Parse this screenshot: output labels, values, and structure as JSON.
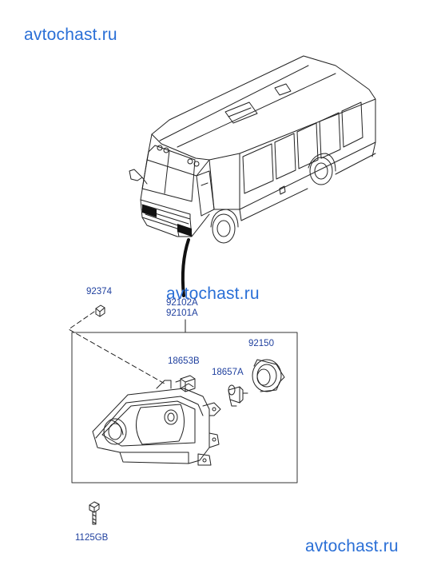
{
  "watermark": {
    "top": "avtochast.ru",
    "middle": "avtochast.ru",
    "bottom": "avtochast.ru",
    "color": "#2a6fd6"
  },
  "parts": {
    "bolt_top": "92374",
    "assembly_right": "92102A",
    "assembly_left": "92101A",
    "bulb_socket": "18653B",
    "bulb": "18657A",
    "cap": "92150",
    "screw": "1125GB",
    "label_color": "#1e3f9e"
  }
}
